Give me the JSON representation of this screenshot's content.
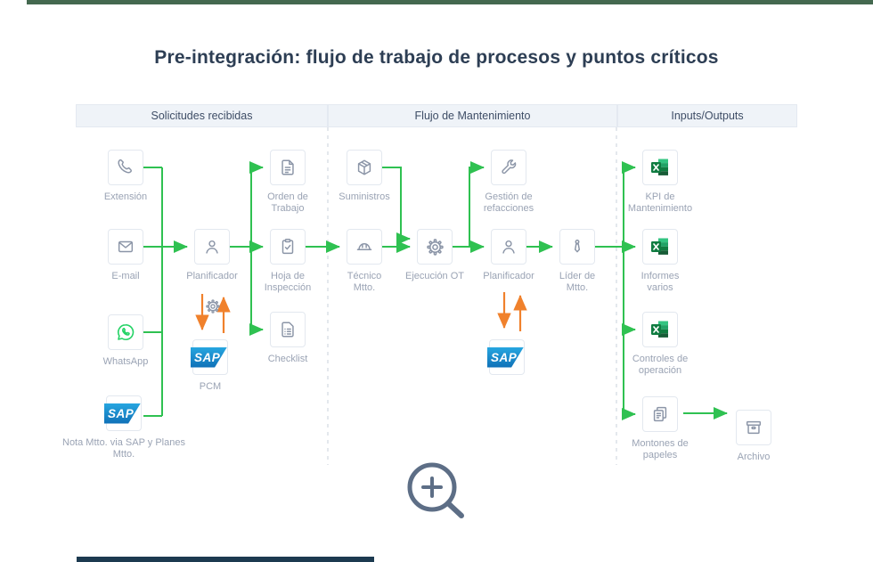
{
  "page": {
    "title": "Pre-integración: flujo de trabajo de procesos y puntos críticos"
  },
  "columns": [
    {
      "label": "Solicitudes recibidas"
    },
    {
      "label": "Flujo de Mantenimiento"
    },
    {
      "label": "Inputs/Outputs"
    }
  ],
  "nodes": {
    "extension": {
      "label": "Extensión",
      "icon": "phone-icon"
    },
    "email": {
      "label": "E-mail",
      "icon": "envelope-icon"
    },
    "whatsapp": {
      "label": "WhatsApp",
      "icon": "whatsapp-icon"
    },
    "nota_sap": {
      "label": "Nota Mtto. via SAP y Planes Mtto.",
      "icon": "sap-logo"
    },
    "planificador1": {
      "label": "Planificador",
      "icon": "person-icon"
    },
    "pcm": {
      "label": "PCM",
      "icon": "sap-logo"
    },
    "orden": {
      "label": "Orden de Trabajo",
      "icon": "document-icon"
    },
    "hoja": {
      "label": "Hoja de Inspección",
      "icon": "clipboard-check-icon"
    },
    "checklist": {
      "label": "Checklist",
      "icon": "checklist-icon"
    },
    "suministros": {
      "label": "Suministros",
      "icon": "package-icon"
    },
    "tecnico": {
      "label": "Técnico Mtto.",
      "icon": "hardhat-icon"
    },
    "ejecucion": {
      "label": "Ejecución OT",
      "icon": "gear-icon"
    },
    "gestion": {
      "label": "Gestión de refacciones",
      "icon": "wrench-icon"
    },
    "planificador2": {
      "label": "Planificador",
      "icon": "person-icon"
    },
    "lider": {
      "label": "Líder de Mtto.",
      "icon": "tie-icon"
    },
    "sap2": {
      "label": "",
      "icon": "sap-logo"
    },
    "kpi": {
      "label": "KPI de Mantenimiento",
      "icon": "excel-icon"
    },
    "informes": {
      "label": "Informes varios",
      "icon": "excel-icon"
    },
    "controles": {
      "label": "Controles de operación",
      "icon": "excel-icon"
    },
    "montones": {
      "label": "Montones de papeles",
      "icon": "papers-icon"
    },
    "archivo": {
      "label": "Archivo",
      "icon": "archive-icon"
    }
  },
  "logos": {
    "sap_text": "SAP"
  },
  "icons": [
    "zoom-plus-icon",
    "exchange-gear-icon"
  ],
  "colors": {
    "flow_green": "#2fc151",
    "critical_orange": "#f0812c",
    "icon_stroke": "#8b95a7",
    "whatsapp_green": "#25d366",
    "excel_green": "#107c41",
    "sap_blue_top": "#27a6e0",
    "sap_blue_bottom": "#0f70b7",
    "header_bg": "#eff3f8",
    "header_text": "#3e4d66",
    "title_text": "#2d3e54",
    "label_text": "#9aa3b4",
    "top_bar_green": "#44694f",
    "bottom_bar_navy": "#1c3a50",
    "magnifier_slate": "#5d6e86"
  }
}
